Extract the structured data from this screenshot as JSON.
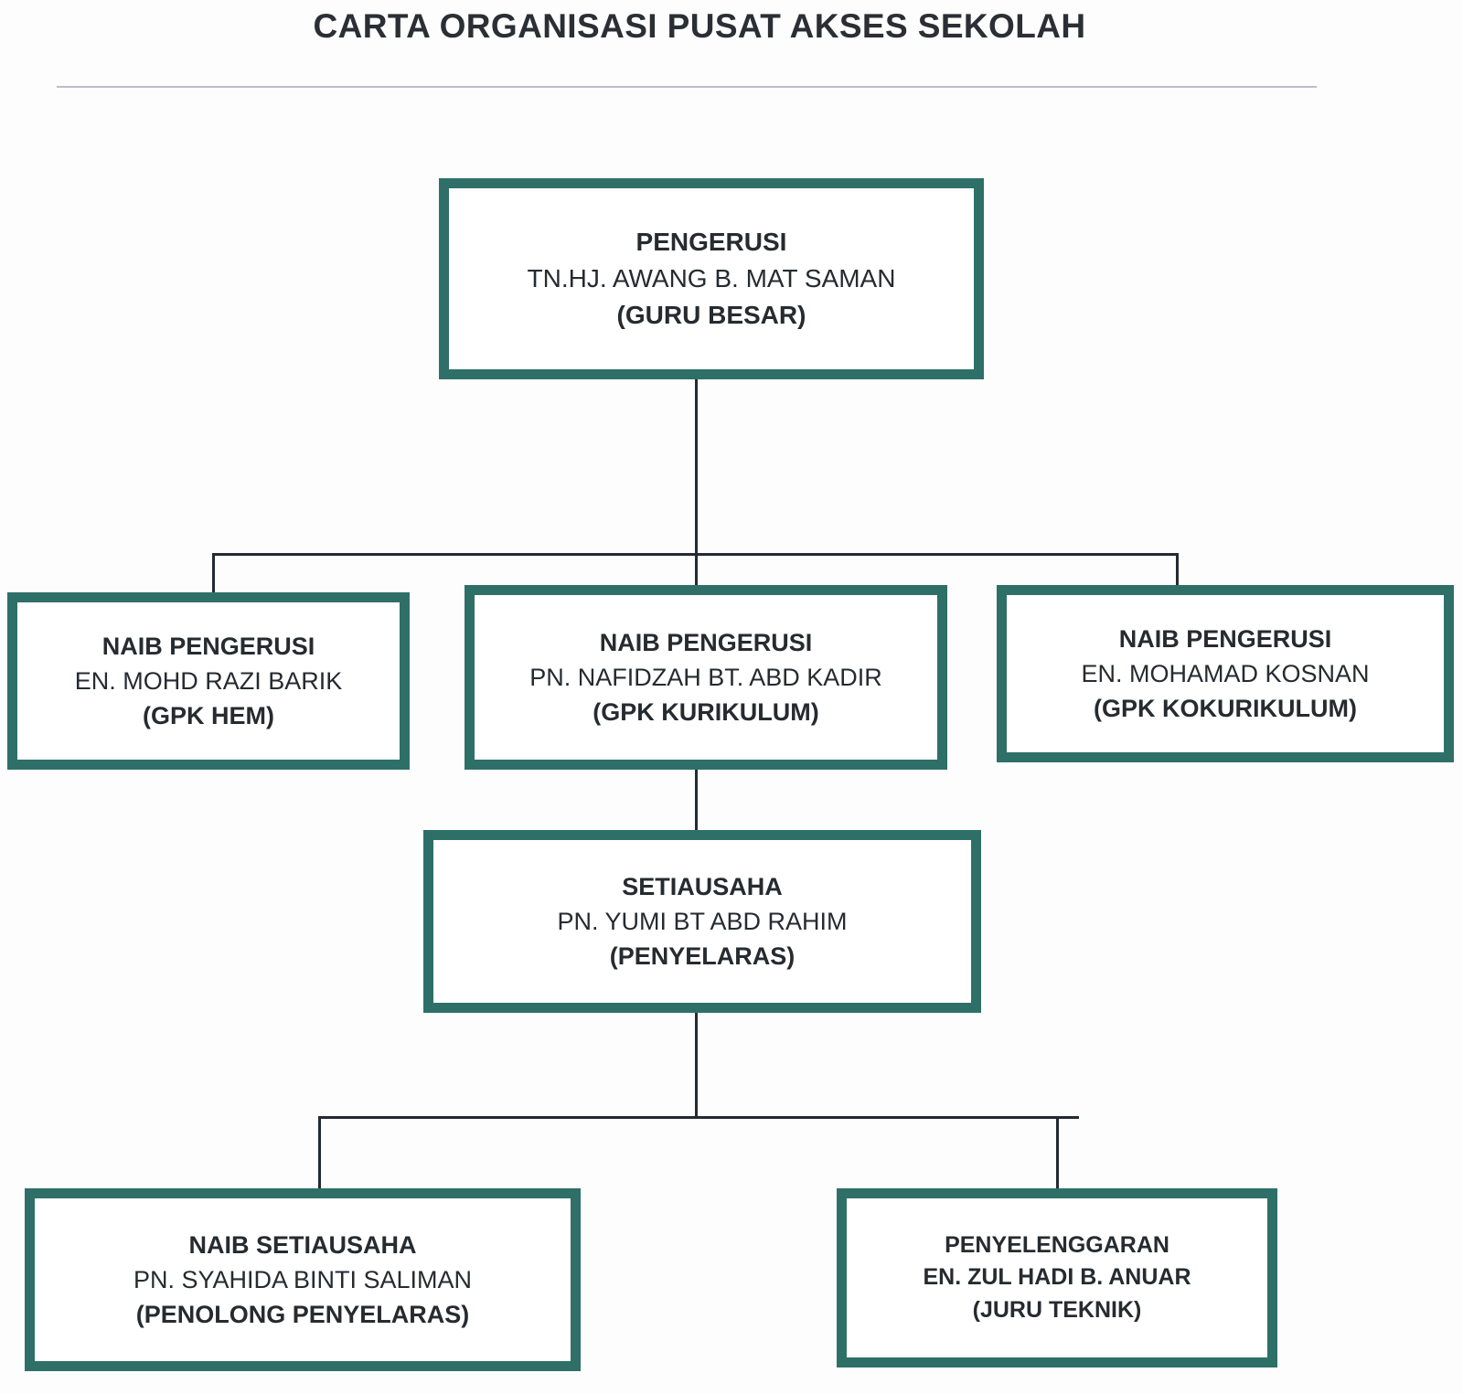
{
  "document": {
    "title": "CARTA ORGANISASI PUSAT AKSES SEKOLAH",
    "divider": "horizontal-rule"
  },
  "colors": {
    "frame": "#2e7068",
    "connector": "#242a31",
    "text": "#262b30",
    "title": "#2b2f35",
    "rule": "#b9bfc6",
    "background": "#fdfdfd"
  },
  "chart_data": {
    "type": "diagram",
    "diagram_type": "organization-chart",
    "title": "CARTA ORGANISASI PUSAT AKSES SEKOLAH",
    "nodes": [
      {
        "id": "pengerusi",
        "level": 1,
        "role": "PENGERUSI",
        "name": "TN.HJ. AWANG B. MAT SAMAN",
        "post": "(GURU BESAR)"
      },
      {
        "id": "naib-pengerusi-hem",
        "level": 2,
        "role": "NAIB PENGERUSI",
        "name": "EN. MOHD RAZI BARIK",
        "post": "(GPK HEM)"
      },
      {
        "id": "naib-pengerusi-kurikulum",
        "level": 2,
        "role": "NAIB PENGERUSI",
        "name": "PN. NAFIDZAH BT. ABD KADIR",
        "post": "(GPK KURIKULUM)"
      },
      {
        "id": "naib-pengerusi-kokurikulum",
        "level": 2,
        "role": "NAIB PENGERUSI",
        "name": "EN. MOHAMAD KOSNAN",
        "post": "(GPK KOKURIKULUM)"
      },
      {
        "id": "setiausaha",
        "level": 3,
        "role": "SETIAUSAHA",
        "name": "PN. YUMI BT ABD RAHIM",
        "post": "(PENYELARAS)"
      },
      {
        "id": "naib-setiausaha",
        "level": 4,
        "role": "NAIB SETIAUSAHA",
        "name": "PN. SYAHIDA BINTI SALIMAN",
        "post": "(PENOLONG PENYELARAS)"
      },
      {
        "id": "penyelenggaran",
        "level": 4,
        "role": "PENYELENGGARAN",
        "name": "EN. ZUL HADI B. ANUAR",
        "post": "(JURU TEKNIK)"
      }
    ],
    "edges": [
      {
        "from": "pengerusi",
        "to": "naib-pengerusi-hem"
      },
      {
        "from": "pengerusi",
        "to": "naib-pengerusi-kurikulum"
      },
      {
        "from": "pengerusi",
        "to": "naib-pengerusi-kokurikulum"
      },
      {
        "from": "naib-pengerusi-kurikulum",
        "to": "setiausaha"
      },
      {
        "from": "setiausaha",
        "to": "naib-setiausaha"
      },
      {
        "from": "setiausaha",
        "to": "penyelenggaran"
      }
    ]
  }
}
